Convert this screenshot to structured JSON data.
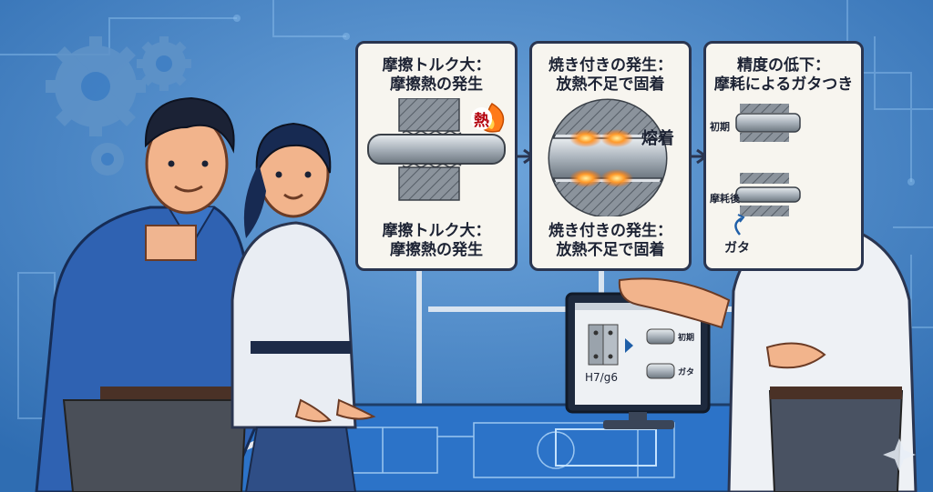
{
  "panel1": {
    "top_line1": "摩擦トルク大：",
    "top_line2": "摩擦熱の発生",
    "heat_badge": "熱",
    "bottom_line1": "摩擦トルク大：",
    "bottom_line2": "摩擦熱の発生"
  },
  "panel2": {
    "top_line1": "焼き付きの発生：",
    "top_line2": "放熱不足で固着",
    "seizure_label": "熔着",
    "bottom_line1": "焼き付きの発生：",
    "bottom_line2": "放熱不足で固着"
  },
  "panel3": {
    "title_line1": "精度の低下：",
    "title_line2": "摩耗によるガタつき",
    "initial_label": "初期",
    "worn_label": "摩耗後",
    "play_label": "ガタ"
  },
  "monitor": {
    "fit_label": "H7/g6",
    "initial_label": "初期",
    "play_label": "ガタ"
  },
  "icons": [
    "gear-icon",
    "flame-icon",
    "play-arrow-icon",
    "sparkle-icon"
  ]
}
